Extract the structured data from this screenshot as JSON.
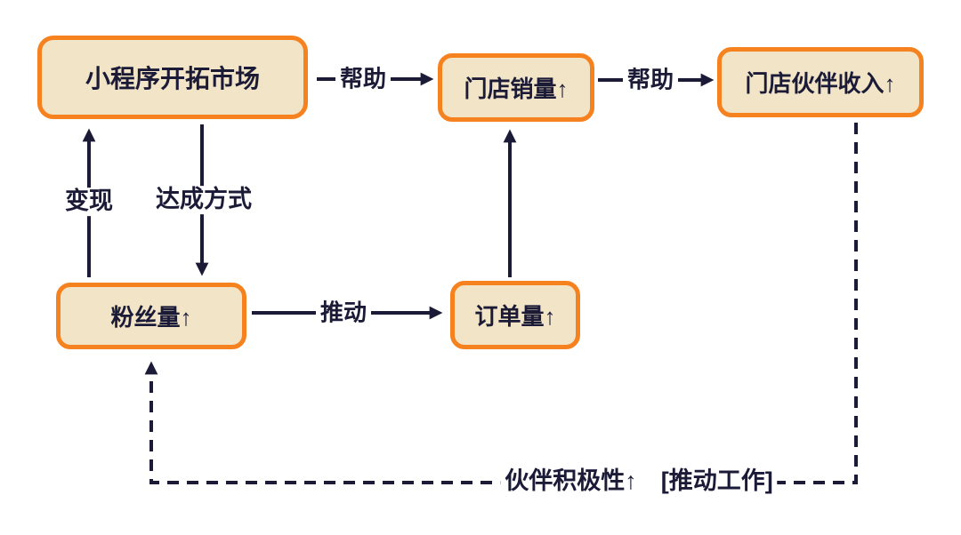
{
  "diagram": {
    "type": "flowchart",
    "colors": {
      "node_border": "#f6821f",
      "node_fill": "#f2e4c6",
      "line": "#1b1b38",
      "background": "#ffffff"
    },
    "nodes": [
      {
        "label": "小程序开拓市场"
      },
      {
        "label": "门店销量↑"
      },
      {
        "label": "门店伙伴收入↑"
      },
      {
        "label": "粉丝量↑"
      },
      {
        "label": "订单量↑"
      }
    ],
    "edges": [
      {
        "label": "帮助",
        "from": "小程序开拓市场",
        "to": "门店销量↑",
        "style": "solid"
      },
      {
        "label": "帮助",
        "from": "门店销量↑",
        "to": "门店伙伴收入↑",
        "style": "solid"
      },
      {
        "label": "变现",
        "from": "粉丝量↑",
        "to": "小程序开拓市场",
        "style": "solid"
      },
      {
        "label": "达成方式",
        "from": "小程序开拓市场",
        "to": "粉丝量↑",
        "style": "solid"
      },
      {
        "label": "推动",
        "from": "粉丝量↑",
        "to": "订单量↑",
        "style": "solid"
      },
      {
        "label": "",
        "from": "订单量↑",
        "to": "门店销量↑",
        "style": "solid"
      },
      {
        "label": "伙伴积极性↑　[推动工作]",
        "from": "门店伙伴收入↑",
        "to": "粉丝量↑",
        "style": "dashed"
      }
    ]
  }
}
